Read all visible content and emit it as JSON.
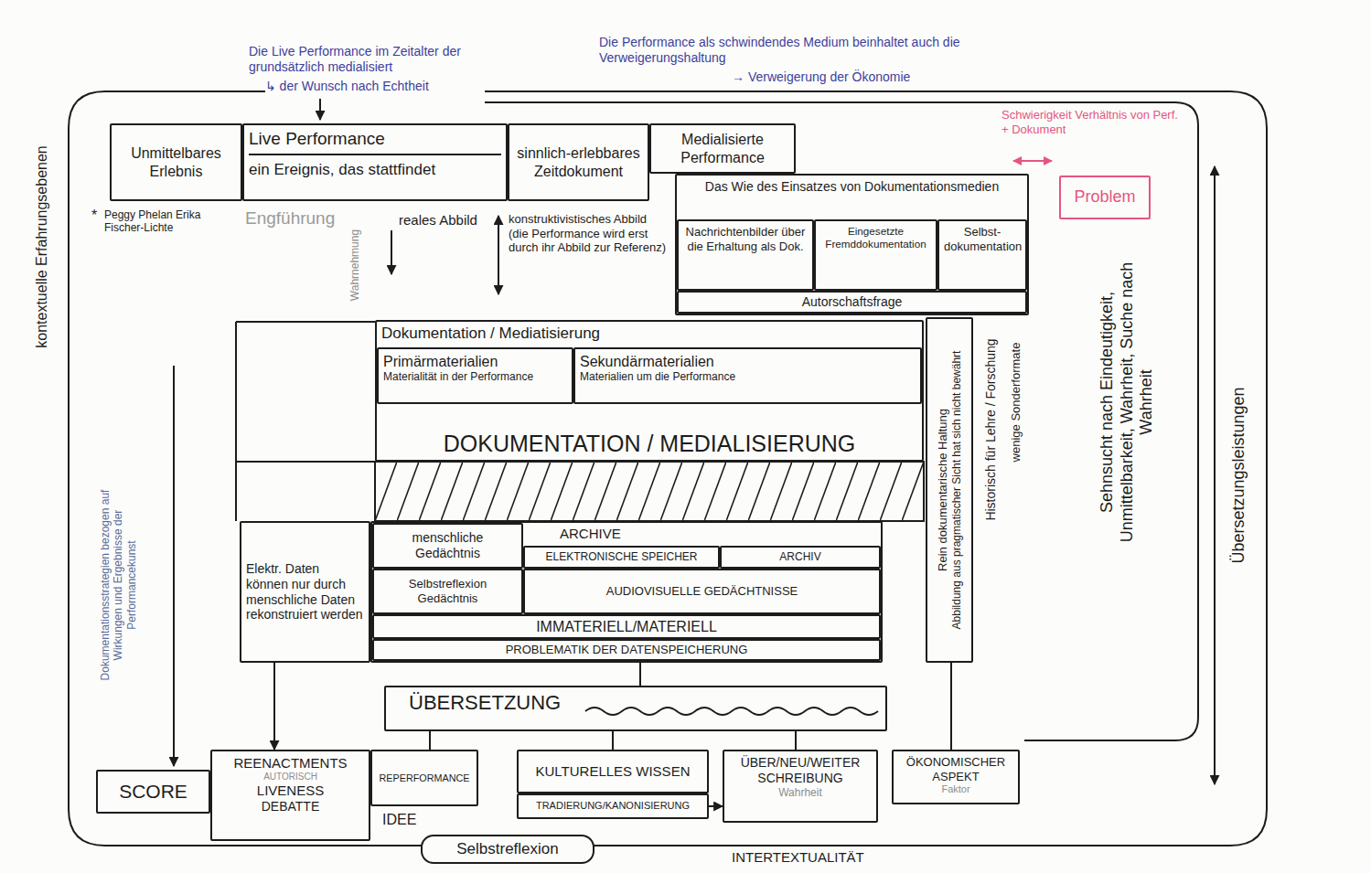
{
  "diagram": {
    "nodes": [
      {
        "text": [
          "Unmittelbares Erlebnis"
        ]
      },
      {
        "text": [
          "Live Performance",
          "ein Ereignis, das stattfindet"
        ]
      },
      {
        "text": [
          "sinnlich-erlebbares Zeitdokument"
        ]
      },
      {
        "text": [
          "Medialisierte Performance"
        ]
      },
      {
        "text": [
          "Das Wie des Einsatzes von Dokumentationsmedien"
        ]
      },
      {
        "text": [
          "Nachrichtenbilder über die Erhaltung als Dok."
        ],
        "in": 4
      },
      {
        "text": [
          "Eingesetzte Fremddokumentation"
        ],
        "in": 4
      },
      {
        "text": [
          "Selbst-dokumentation"
        ],
        "in": 4
      },
      {
        "text": [
          "Autorschaftsfrage"
        ],
        "in": 4
      },
      {
        "text": [
          "Dokumentation / Mediatisierung",
          "DOKUMENTATION / MEDIALISIERUNG"
        ]
      },
      {
        "text": [
          "Primärmaterialien",
          "Materialität in der Performance"
        ],
        "in": 9
      },
      {
        "text": [
          "Sekundärmaterialien",
          "Materialien um die Performance"
        ],
        "in": 9
      },
      {
        "text": [
          "ARCHIVE"
        ]
      },
      {
        "text": [
          "menschliche Gedächtnis"
        ],
        "in": 12
      },
      {
        "text": [
          "ELEKTRONISCHE SPEICHER"
        ],
        "in": 12
      },
      {
        "text": [
          "ARCHIV"
        ],
        "in": 12
      },
      {
        "text": [
          "Selbstreflexion Gedächtnis"
        ],
        "in": 12
      },
      {
        "text": [
          "AUDIOVISUELLE GEDÄCHTNISSE"
        ],
        "in": 12
      },
      {
        "text": [
          "IMMATERIELL/MATERIELL"
        ],
        "in": 12
      },
      {
        "text": [
          "PROBLEMATIK DER DATENSPEICHERUNG"
        ],
        "in": 12
      },
      {
        "text": [
          "Elektr. Daten können nur durch menschliche Daten rekonstruiert werden"
        ]
      },
      {
        "text": [
          "Rein dokumentarische Haltung",
          "Abbildung aus pragmatischer Sicht hat sich nicht bewährt"
        ]
      },
      {
        "text": [
          "ÜBERSETZUNG"
        ]
      },
      {
        "text": [
          "SCORE"
        ]
      },
      {
        "text": [
          "REENACTMENTS",
          "AUTORISCH",
          "LIVENESS",
          "DEBATTE"
        ]
      },
      {
        "text": [
          "REPERFORMANCE"
        ]
      },
      {
        "text": [
          "KULTURELLES WISSEN"
        ]
      },
      {
        "text": [
          "TRADIERUNG/KANONISIERUNG"
        ]
      },
      {
        "text": [
          "ÜBER/NEU/WEITER SCHREIBUNG",
          "Wahrheit"
        ]
      },
      {
        "text": [
          "ÖKONOMISCHER ASPEKT",
          "Faktor"
        ]
      },
      {
        "text": [
          "Selbstreflexion"
        ]
      },
      {
        "text": [
          "Problem"
        ]
      }
    ],
    "edges": [
      {
        "from": 20,
        "to": 24,
        "arrow": "to"
      },
      {
        "from": 12,
        "to": 22,
        "arrow": "none"
      },
      {
        "from": 22,
        "to": 25,
        "arrow": "none"
      },
      {
        "from": 22,
        "to": 26,
        "arrow": "none"
      },
      {
        "from": 22,
        "to": 28,
        "arrow": "none"
      },
      {
        "from": 27,
        "to": 28,
        "arrow": "to"
      },
      {
        "from": 21,
        "to": 29,
        "arrow": "none"
      }
    ],
    "labels": [
      "Die Live Performance im Zeitalter der grundsätzlich medialisiert",
      "↳ der Wunsch nach Echtheit",
      "Die Performance als schwindendes Medium beinhaltet auch die Verweigerungshaltung",
      "→ Verweigerung der Ökonomie",
      "Schwierigkeit Verhältnis von Perf. + Dokument",
      "*",
      "Peggy Phelan Erika Fischer-Lichte",
      "Engführung",
      "reales Abbild",
      "konstruktivistisches Abbild (die Performance wird erst durch ihr Abbild zur Referenz)",
      "Wahrnehmung",
      "kontextuelle Erfahrungsebenen",
      "Dokumentationsstrategien bezogen auf Wirkungen und Ergebnisse der Performancekunst",
      "Historisch für Lehre / Forschung",
      "wenige Sonderformate",
      "Sehnsucht nach Eindeutigkeit, Unmittelbarkeit, Wahrheit, Suche nach Wahrheit",
      "Übersetzungsleistungen",
      "IDEE",
      "INTERTEXTUALITÄT"
    ]
  }
}
